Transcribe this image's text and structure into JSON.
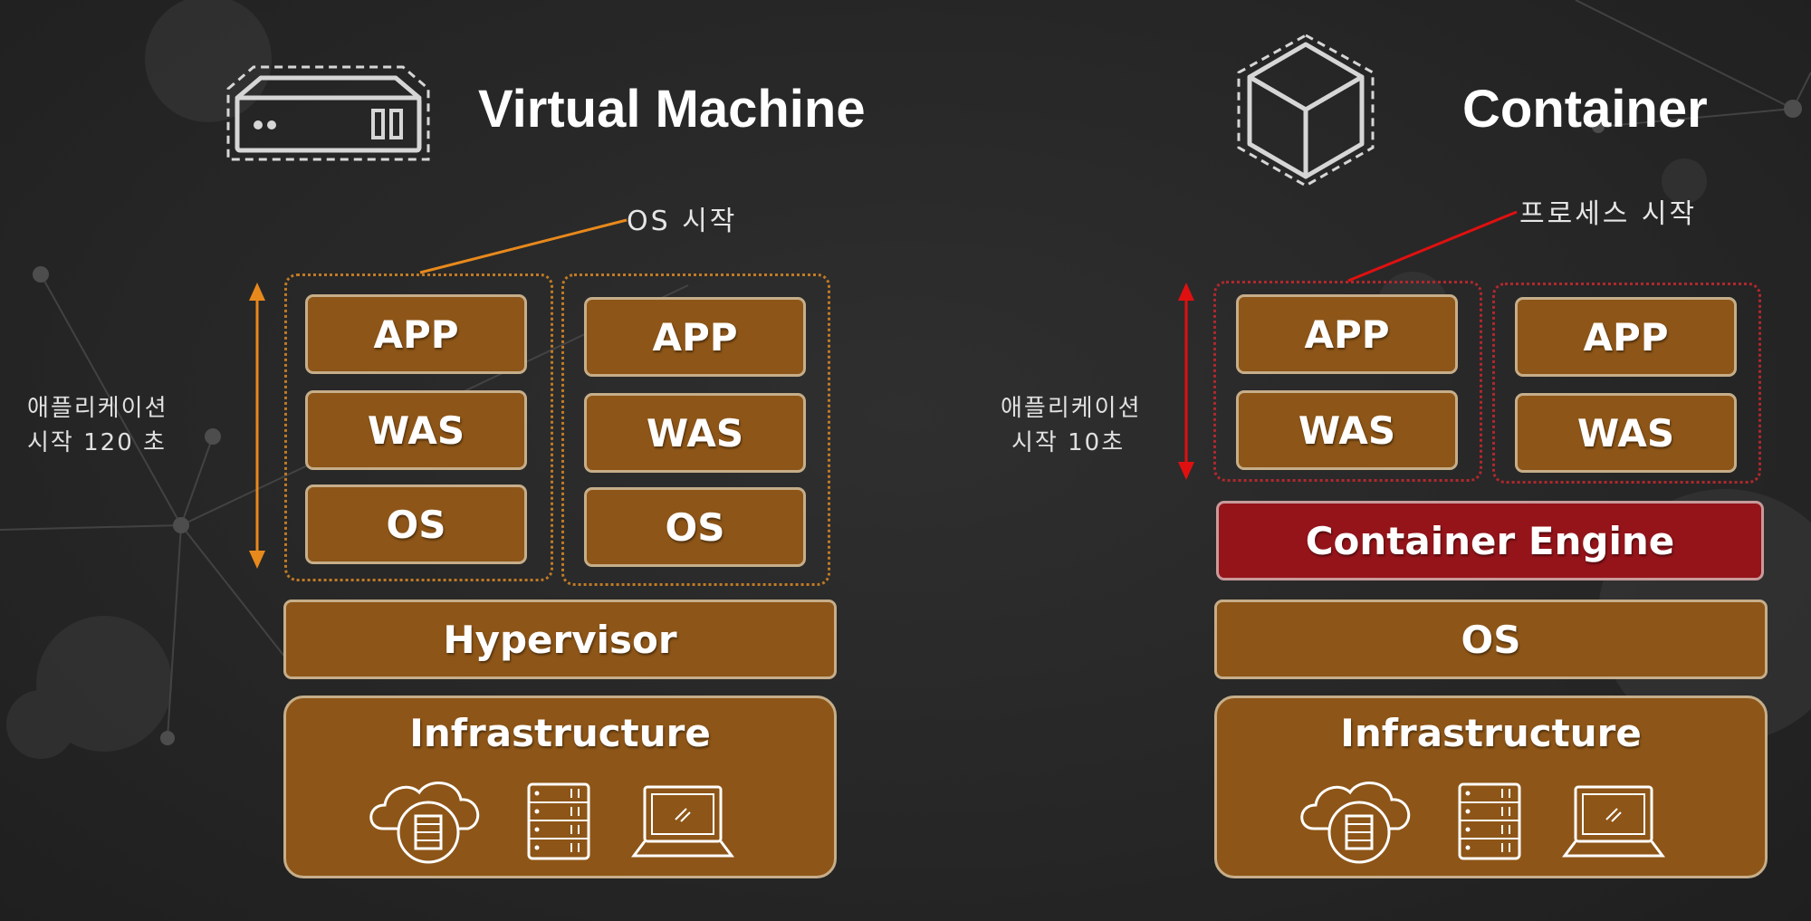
{
  "vm": {
    "title": "Virtual Machine",
    "note": "OS 시작",
    "startup_label": [
      "애플리케이션",
      "시작 120 초"
    ],
    "stacks": [
      {
        "app": "APP",
        "was": "WAS",
        "os": "OS"
      },
      {
        "app": "APP",
        "was": "WAS",
        "os": "OS"
      }
    ],
    "hypervisor": "Hypervisor",
    "infrastructure": "Infrastructure"
  },
  "container": {
    "title": "Container",
    "note": "프로세스 시작",
    "startup_label": [
      "애플리케이션",
      "시작 10초"
    ],
    "stacks": [
      {
        "app": "APP",
        "was": "WAS"
      },
      {
        "app": "APP",
        "was": "WAS"
      }
    ],
    "engine": "Container Engine",
    "os": "OS",
    "infrastructure": "Infrastructure"
  },
  "colors": {
    "block": "#8d5517",
    "engine": "#94141a",
    "vm_accent": "#e8891c",
    "container_accent": "#e01010"
  },
  "icons": [
    "server-icon",
    "cube-icon",
    "cloud-database-icon",
    "server-rack-icon",
    "laptop-icon"
  ]
}
